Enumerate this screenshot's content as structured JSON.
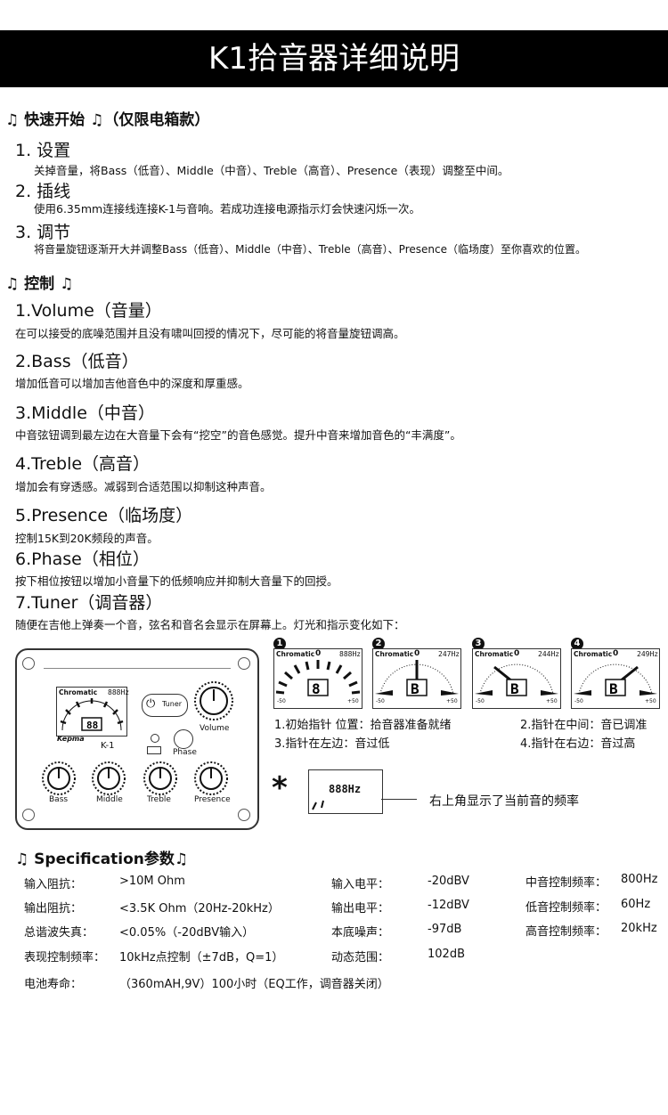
{
  "banner": {
    "title": "K1拾音器详细说明"
  },
  "quick_start": {
    "title": "♫ 快速开始 ♫（仅限电箱款）",
    "steps": [
      {
        "title": "1. 设置",
        "desc": "关掉音量，将Bass（低音）、Middle（中音）、Treble（高音）、Presence（表现）调整至中间。"
      },
      {
        "title": "2. 插线",
        "desc": "使用6.35mm连接线连接K-1与音响。若成功连接电源指示灯会快速闪烁一次。"
      },
      {
        "title": "3. 调节",
        "desc": "将音量旋钮逐渐开大并调整Bass（低音）、Middle（中音）、Treble（高音）、Presence（临场度）至你喜欢的位置。"
      }
    ]
  },
  "controls": {
    "title": "♫ 控制 ♫",
    "items": [
      {
        "title": "1.Volume（音量）",
        "desc": "在可以接受的底噪范围并且没有啸叫回授的情况下，尽可能的将音量旋钮调高。"
      },
      {
        "title": "2.Bass（低音）",
        "desc": "增加低音可以增加吉他音色中的深度和厚重感。"
      },
      {
        "title": "3.Middle（中音）",
        "desc": "中音弦钮调到最左边在大音量下会有“挖空”的音色感觉。提升中音来增加音色的“丰满度”。"
      },
      {
        "title": "4.Treble（高音）",
        "desc": "增加会有穿透感。减弱到合适范围以抑制这种声音。"
      },
      {
        "title": "5.Presence（临场度）",
        "desc": "控制15K到20K频段的声音。"
      },
      {
        "title": "6.Phase（相位）",
        "desc": "按下相位按钮以增加小音量下的低频响应并抑制大音量下的回授。"
      },
      {
        "title": "7.Tuner（调音器）",
        "desc": "随便在吉他上弹奏一个音，弦名和音名会显示在屏幕上。灯光和指示变化如下："
      }
    ]
  },
  "panel": {
    "lcd_label": "Chromatic",
    "lcd_freq": "888Hz",
    "brand": "Kepma",
    "model": "K-1",
    "tuner_label": "Tuner",
    "volume_label": "Volume",
    "phase_label": "Phase",
    "knobs": [
      "Bass",
      "Middle",
      "Treble",
      "Presence"
    ]
  },
  "tuner_displays": [
    {
      "num": "1",
      "label": "Chromatic",
      "freq": "888Hz",
      "note": "8"
    },
    {
      "num": "2",
      "label": "Chromatic",
      "freq": "247Hz",
      "note": "B"
    },
    {
      "num": "3",
      "label": "Chromatic",
      "freq": "244Hz",
      "note": "B"
    },
    {
      "num": "4",
      "label": "Chromatic",
      "freq": "249Hz",
      "note": "B"
    }
  ],
  "tuner_scale": {
    "minus": "-50",
    "zero": "0",
    "plus": "+50"
  },
  "tuner_notes": [
    "1.初始指针 位置：拾音器准备就绪",
    "2.指针在中间：音已调准",
    "3.指针在左边：音过低",
    "4.指针在右边：音过高"
  ],
  "freq_callout": {
    "freq": "888Hz",
    "text": "右上角显示了当前音的频率"
  },
  "specification": {
    "title": "Specification参数",
    "rows": [
      [
        [
          "输入阻抗：",
          ">10M Ohm"
        ],
        [
          "输入电平：",
          "-20dBV"
        ],
        [
          "中音控制频率：",
          "800Hz"
        ]
      ],
      [
        [
          "输出阻抗：",
          "<3.5K Ohm（20Hz-20kHz）"
        ],
        [
          "输出电平：",
          "-12dBV"
        ],
        [
          "低音控制频率：",
          "60Hz"
        ]
      ],
      [
        [
          "总谐波失真：",
          "<0.05%（-20dBV输入）"
        ],
        [
          "本底噪声：",
          "-97dB"
        ],
        [
          "高音控制频率：",
          "20kHz"
        ]
      ],
      [
        [
          "表现控制频率：",
          "10kHz点控制（±7dB，Q=1）"
        ],
        [
          "动态范围：",
          "102dB"
        ]
      ],
      [
        [
          "电池寿命：",
          "（360mAH,9V）100小时（EQ工作，调音器关闭）"
        ]
      ]
    ]
  }
}
